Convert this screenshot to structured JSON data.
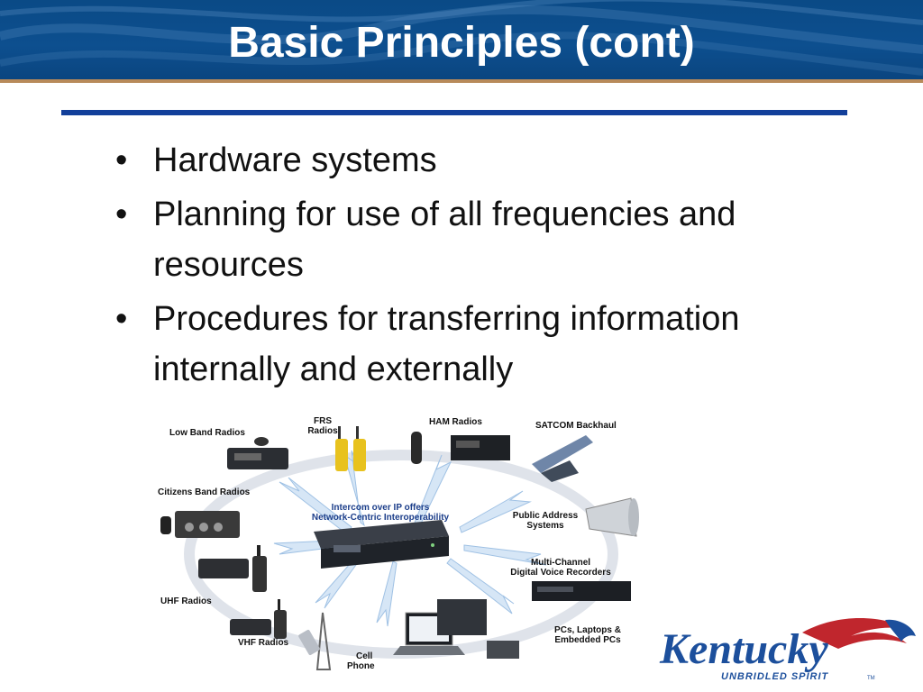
{
  "slide": {
    "title": "Basic Principles (cont)",
    "bullets": [
      "Hardware systems",
      "Planning for use of all frequencies and resources",
      "Procedures for transferring information internally and externally"
    ]
  },
  "diagram": {
    "center_caption_line1": "Intercom over IP offers",
    "center_caption_line2": "Network-Centric Interoperability",
    "nodes": {
      "low_band": "Low Band Radios",
      "frs_line1": "FRS",
      "frs_line2": "Radios",
      "ham": "HAM Radios",
      "satcom": "SATCOM Backhaul",
      "citizens_band": "Citizens Band Radios",
      "public_address_line1": "Public Address",
      "public_address_line2": "Systems",
      "recorders_line1": "Multi-Channel",
      "recorders_line2": "Digital Voice Recorders",
      "uhf": "UHF Radios",
      "vhf": "VHF Radios",
      "cell_line1": "Cell",
      "cell_line2": "Phone",
      "pcs_line1": "PCs, Laptops &",
      "pcs_line2": "Embedded PCs"
    }
  },
  "logo": {
    "wordmark": "Kentucky",
    "tagline": "UNBRIDLED SPIRIT",
    "trademark": "TM"
  },
  "colors": {
    "header_blue": "#0d4f8f",
    "divider_blue": "#123f9a",
    "logo_blue": "#1c4f9c",
    "logo_red": "#c0262d"
  }
}
